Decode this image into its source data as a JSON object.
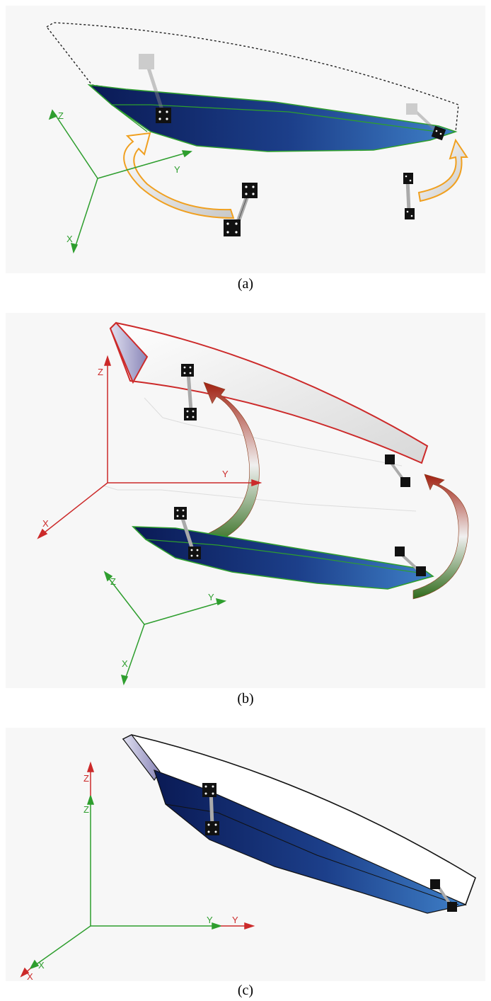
{
  "panels": [
    {
      "caption": "(a)",
      "axes": [
        {
          "color": "#2e9e2e",
          "labels": {
            "x": "X",
            "y": "Y",
            "z": "Z"
          }
        }
      ]
    },
    {
      "caption": "(b)",
      "axes": [
        {
          "color": "#cc2a2a",
          "labels": {
            "x": "X",
            "y": "Y",
            "z": "Z"
          }
        },
        {
          "color": "#2e9e2e",
          "labels": {
            "x": "X",
            "y": "Y",
            "z": "Z"
          }
        }
      ]
    },
    {
      "caption": "(c)",
      "axes": [
        {
          "color": "#cc2a2a",
          "labels": {
            "x": "X",
            "y": "Y",
            "z": "Z"
          }
        },
        {
          "color": "#2e9e2e",
          "labels": {
            "x": "X",
            "y": "Y",
            "z": "Z"
          }
        }
      ]
    }
  ],
  "colors": {
    "hull_dark": "#0a1a55",
    "hull_light": "#3a78c0",
    "outline_green": "#2e9e2e",
    "outline_red": "#cc2a2a",
    "arrow_orange": "#f0a020",
    "arrow_red": "#a02010",
    "arrow_green": "#2f6a1a"
  },
  "icons": [
    "marker-square",
    "rod-connector",
    "curved-arrow"
  ]
}
